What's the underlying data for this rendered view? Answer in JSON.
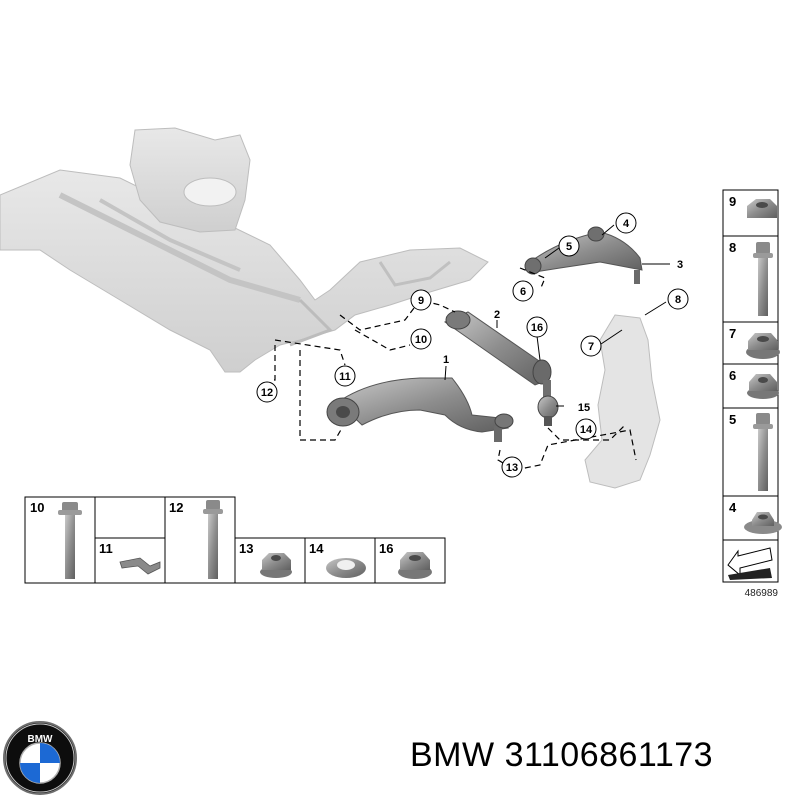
{
  "callouts": [
    "1",
    "2",
    "3",
    "4",
    "5",
    "6",
    "7",
    "8",
    "9",
    "10",
    "11",
    "12",
    "13",
    "14",
    "15",
    "16"
  ],
  "parts_bottom": [
    "10",
    "11",
    "12",
    "13",
    "14",
    "16"
  ],
  "parts_right": [
    "9",
    "8",
    "7",
    "6",
    "5",
    "4"
  ],
  "reference_number": "486989",
  "footer": {
    "brand": "BMW",
    "part_number": "31106861173"
  },
  "logo": {
    "letters": "BMW",
    "icon": "bmw-roundel-icon"
  },
  "colors": {
    "line": "#000000",
    "part_grey": "#8a8a8a",
    "frame_grey": "#d6d6d6",
    "bmw_blue": "#1c69d4"
  }
}
